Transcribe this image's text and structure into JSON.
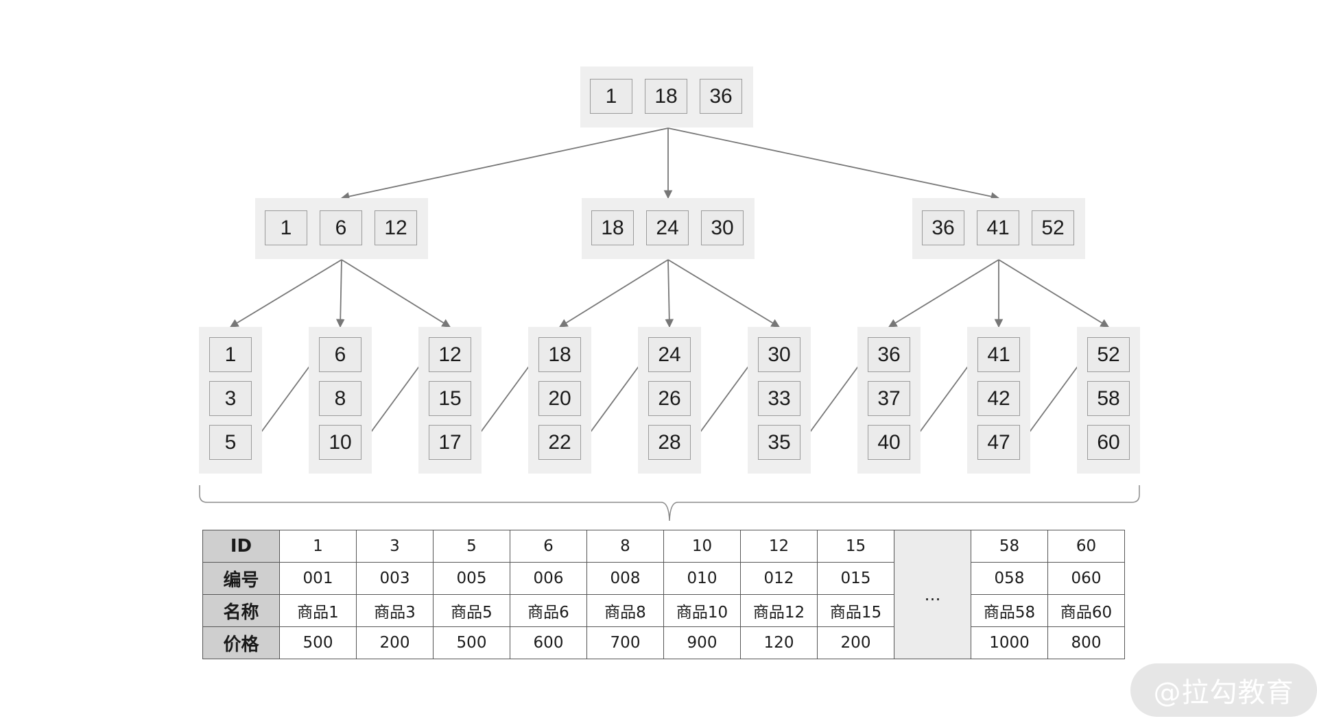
{
  "tree": {
    "root": [
      "1",
      "18",
      "36"
    ],
    "internal": [
      [
        "1",
        "6",
        "12"
      ],
      [
        "18",
        "24",
        "30"
      ],
      [
        "36",
        "41",
        "52"
      ]
    ],
    "leaves": [
      [
        "1",
        "3",
        "5"
      ],
      [
        "6",
        "8",
        "10"
      ],
      [
        "12",
        "15",
        "17"
      ],
      [
        "18",
        "20",
        "22"
      ],
      [
        "24",
        "26",
        "28"
      ],
      [
        "30",
        "33",
        "35"
      ],
      [
        "36",
        "37",
        "40"
      ],
      [
        "41",
        "42",
        "47"
      ],
      [
        "52",
        "58",
        "60"
      ]
    ]
  },
  "table": {
    "rows": [
      {
        "header": "ID",
        "values": [
          "1",
          "3",
          "5",
          "6",
          "8",
          "10",
          "12",
          "15",
          "58",
          "60"
        ]
      },
      {
        "header": "编号",
        "values": [
          "001",
          "003",
          "005",
          "006",
          "008",
          "010",
          "012",
          "015",
          "058",
          "060"
        ]
      },
      {
        "header": "名称",
        "values": [
          "商品1",
          "商品3",
          "商品5",
          "商品6",
          "商品8",
          "商品10",
          "商品12",
          "商品15",
          "商品58",
          "商品60"
        ]
      },
      {
        "header": "价格",
        "values": [
          "500",
          "200",
          "500",
          "600",
          "700",
          "900",
          "120",
          "200",
          "1000",
          "800"
        ]
      }
    ],
    "ellipsis": "…"
  },
  "watermark": "@拉勾教育",
  "colors": {
    "node_bg": "#efefef",
    "key_bg": "#ebebeb",
    "key_border": "#9a9a9a",
    "arrow": "#777777",
    "row_header_bg": "#cfcfcf"
  }
}
